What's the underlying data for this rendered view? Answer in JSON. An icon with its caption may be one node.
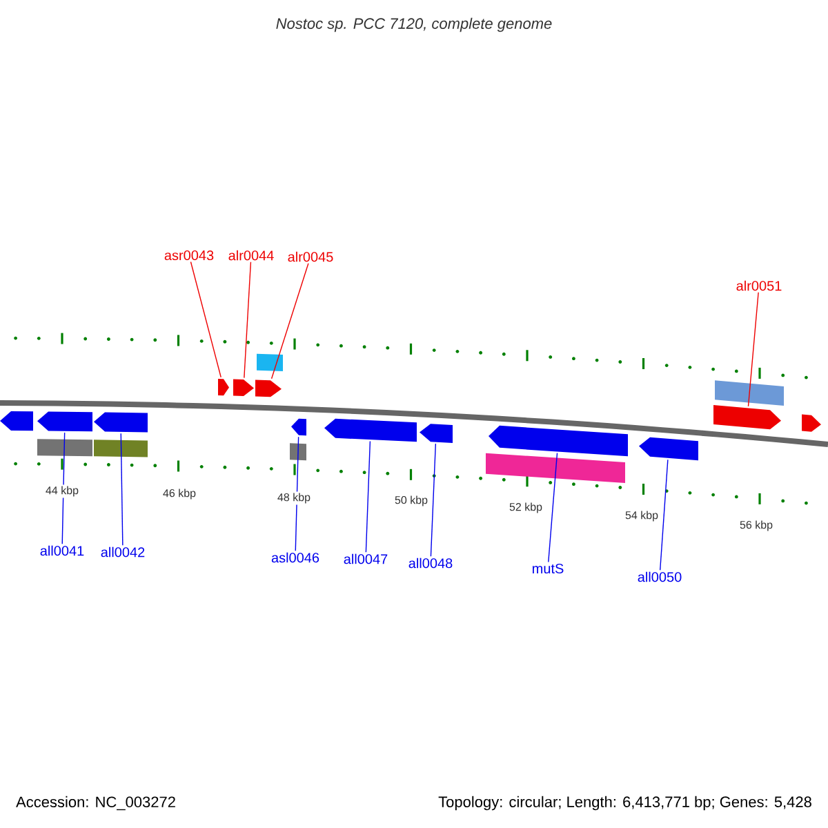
{
  "diagram": {
    "title": "Nostoc sp. PCC 7120, complete genome",
    "nodes": [
      {
        "text": [
          "asr0043"
        ]
      },
      {
        "text": [
          "alr0044"
        ]
      },
      {
        "text": [
          "alr0045"
        ]
      },
      {
        "text": [
          "alr0051"
        ]
      },
      {
        "text": [
          "all0041"
        ]
      },
      {
        "text": [
          "all0042"
        ]
      },
      {
        "text": [
          "asl0046"
        ]
      },
      {
        "text": [
          "all0047"
        ]
      },
      {
        "text": [
          "all0048"
        ]
      },
      {
        "text": [
          "mutS"
        ]
      },
      {
        "text": [
          "all0050"
        ]
      },
      {
        "text": [],
        "shape": "arrow"
      },
      {
        "text": [],
        "shape": "arrow"
      },
      {
        "text": [],
        "shape": "arrow"
      },
      {
        "text": [],
        "shape": "arrow"
      },
      {
        "text": [],
        "shape": "arrow"
      },
      {
        "text": [],
        "shape": "arrow"
      },
      {
        "text": [],
        "shape": "arrow"
      },
      {
        "text": [],
        "shape": "arrow"
      },
      {
        "text": [],
        "shape": "arrow"
      },
      {
        "text": [],
        "shape": "arrow"
      },
      {
        "text": [],
        "shape": "arrow"
      },
      {
        "text": [],
        "shape": "arrow"
      },
      {
        "text": [],
        "shape": "arrow"
      }
    ],
    "edges": [
      {
        "from": 0,
        "to": 11,
        "arrow": "none",
        "color": "#ee0000"
      },
      {
        "from": 1,
        "to": 12,
        "arrow": "none",
        "color": "#ee0000"
      },
      {
        "from": 2,
        "to": 13,
        "arrow": "none",
        "color": "#ee0000"
      },
      {
        "from": 3,
        "to": 14,
        "arrow": "none",
        "color": "#ee0000"
      },
      {
        "from": 4,
        "to": 15,
        "arrow": "none"
      },
      {
        "from": 5,
        "to": 16,
        "arrow": "none"
      },
      {
        "from": 6,
        "to": 17,
        "arrow": "none"
      },
      {
        "from": 7,
        "to": 18,
        "arrow": "none"
      },
      {
        "from": 8,
        "to": 19,
        "arrow": "none"
      },
      {
        "from": 9,
        "to": 20,
        "arrow": "none"
      },
      {
        "from": 10,
        "to": 21,
        "arrow": "none"
      }
    ],
    "labels": [
      "44 kbp",
      "46 kbp",
      "48 kbp",
      "50 kbp",
      "52 kbp",
      "54 kbp",
      "56 kbp",
      "Accession: NC_003272",
      "Topology: circular; Length: 6,413,771 bp; Genes: 5,428"
    ]
  }
}
